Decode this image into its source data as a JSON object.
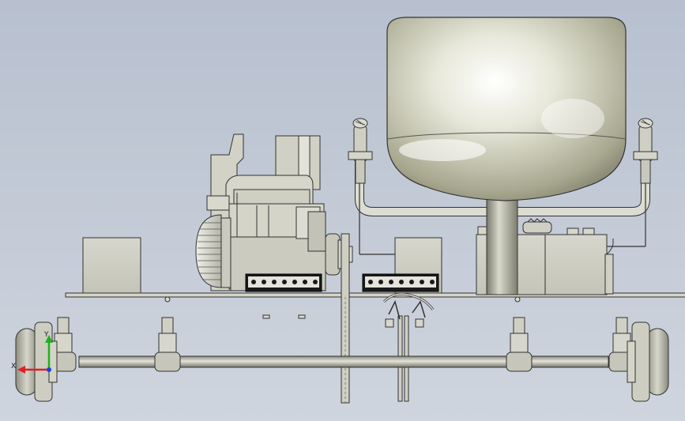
{
  "viewport": {
    "background_top": "#b7c0cf",
    "background_bottom": "#cfd5de"
  },
  "model": {
    "parts": [
      "tank",
      "tank-support-post",
      "tank-support-frame",
      "left-handle",
      "right-handle",
      "engine",
      "engine-cooling-fan",
      "pulley",
      "control-box-left",
      "control-box-center",
      "control-box-right",
      "terminal-block-left",
      "terminal-block-center",
      "base-plate",
      "axle",
      "left-wheel",
      "right-wheel",
      "axle-brackets",
      "center-mast",
      "cable-clamp"
    ]
  },
  "triad": {
    "x_label": "X",
    "y_label": "Y",
    "x_color": "#e02020",
    "y_color": "#20b020",
    "z_color": "#2040e0"
  }
}
